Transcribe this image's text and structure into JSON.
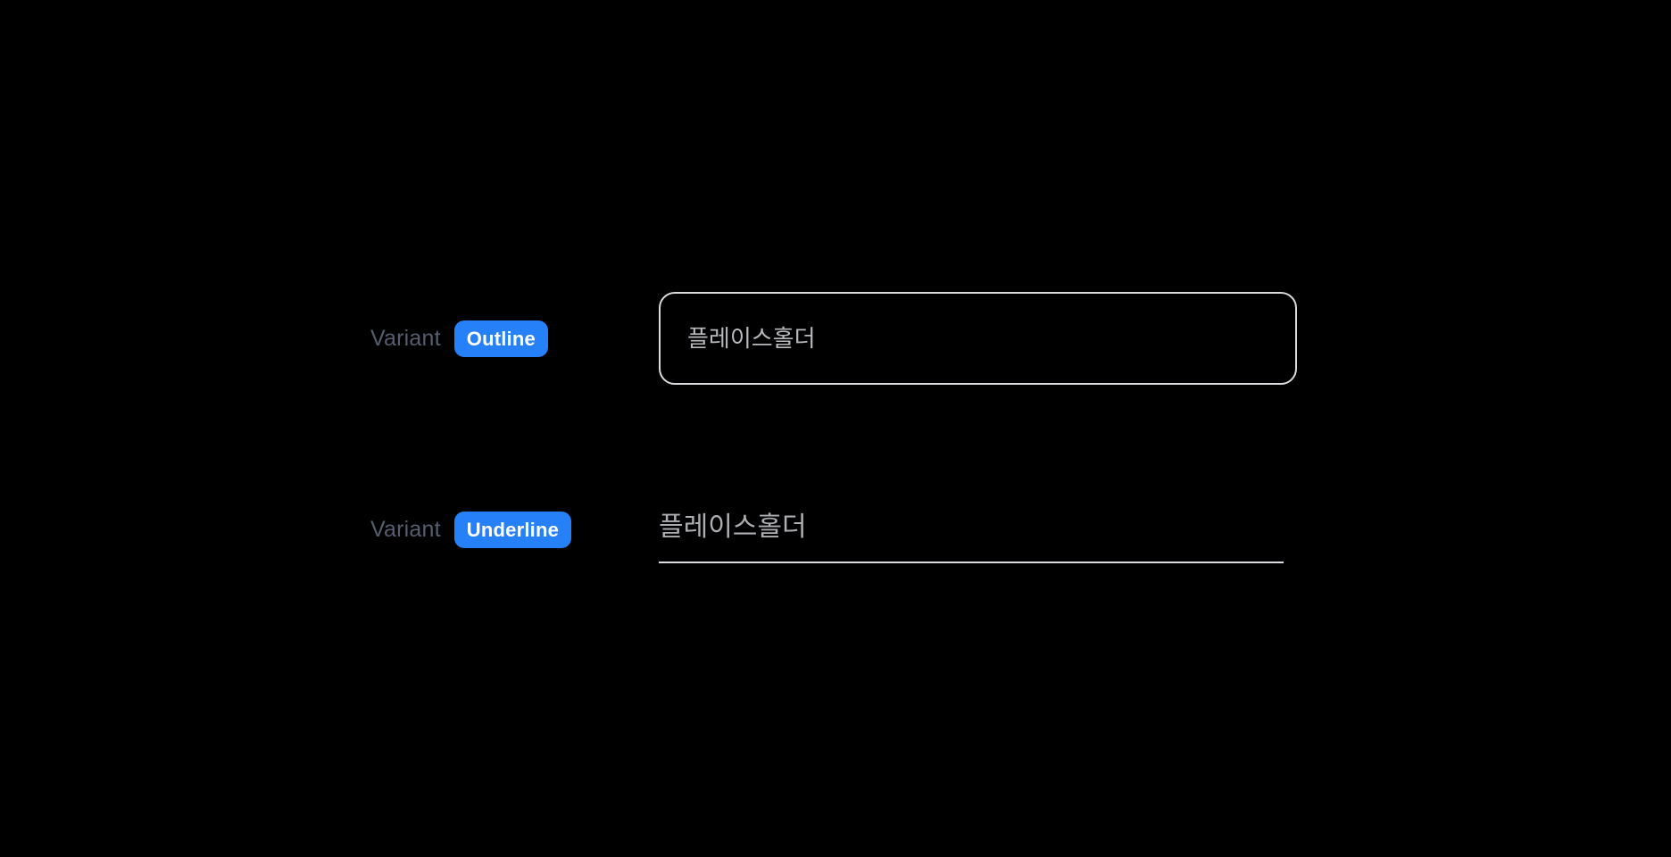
{
  "page": {
    "background": "#000000",
    "description_label": "Variant"
  },
  "colors": {
    "badge_background": "#2680f8",
    "badge_text": "#ffffff",
    "label_text": "#555e6e",
    "outline_border": "#dadbde",
    "outline_placeholder_color": "#b7b9bd",
    "underline_rule": "#dadbde",
    "underline_placeholder_color": "#acaeb2"
  },
  "rows": [
    {
      "label": "Variant",
      "badge_label": "Outline",
      "input": {
        "value": "",
        "placeholder": "플레이스홀더"
      }
    },
    {
      "label": "Variant",
      "badge_label": "Underline",
      "input": {
        "value": "",
        "placeholder": "플레이스홀더"
      }
    }
  ]
}
